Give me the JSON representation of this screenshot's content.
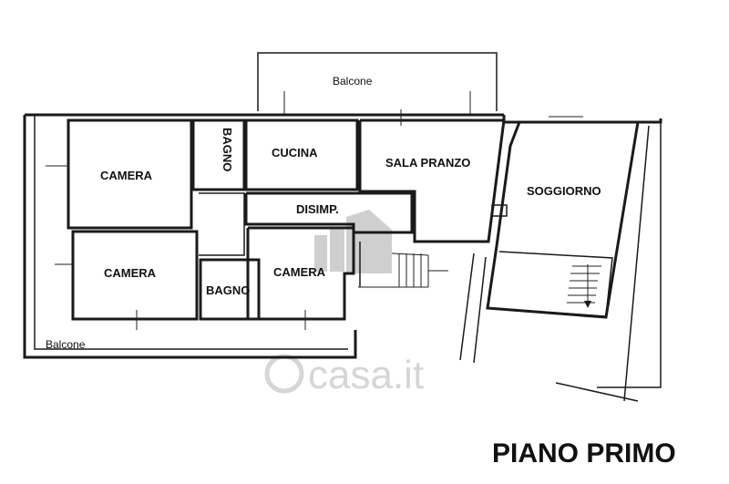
{
  "rooms": {
    "camera_1": "CAMERA",
    "bagno_1": "BAGNO",
    "cucina": "CUCINA",
    "sala_pranzo": "SALA PRANZO",
    "soggiorno": "SOGGIORNO",
    "disimp": "DISIMP.",
    "camera_2": "CAMERA",
    "bagno_2": "BAGNO",
    "camera_3": "CAMERA"
  },
  "balconies": {
    "top": "Balcone",
    "bottom": "Balcone"
  },
  "title": "PIANO PRIMO",
  "watermark": {
    "text": "casa.it",
    "icon": "house-logo-icon"
  },
  "colors": {
    "ink": "#111111",
    "watermark": "#d6d6d6",
    "background": "#ffffff"
  }
}
